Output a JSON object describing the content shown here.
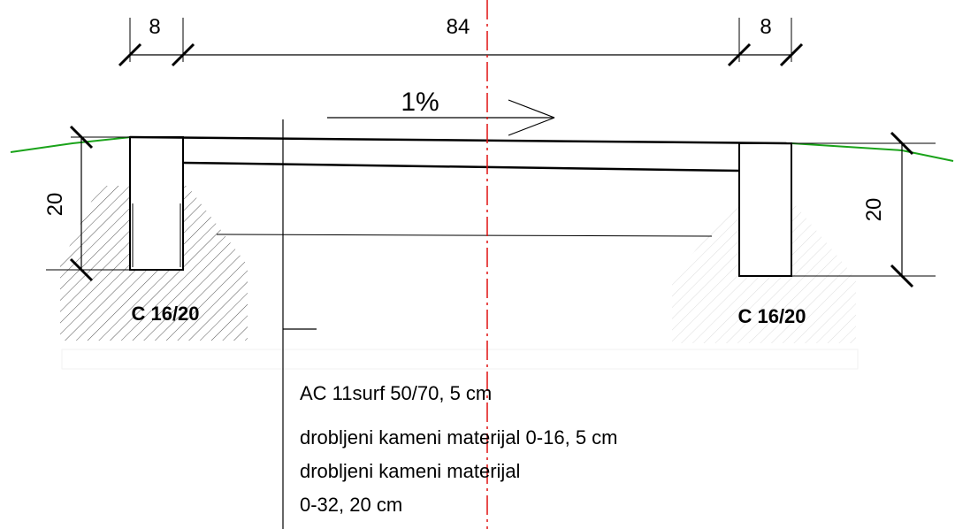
{
  "dimensions": {
    "left_width": "8",
    "center_width": "84",
    "right_width": "8",
    "left_height": "20",
    "right_height": "20"
  },
  "slope": {
    "label": "1%"
  },
  "curbs": {
    "left_label": "C 16/20",
    "right_label": "C 16/20"
  },
  "layers": [
    "AC 11surf 50/70, 5 cm",
    "drobljeni kameni materijal 0-16, 5 cm",
    "drobljeni kameni materijal",
    "0-32, 20 cm"
  ],
  "colors": {
    "ground_line": "#1aa31a",
    "axis_line": "#e01010",
    "hatch": "#555555"
  }
}
